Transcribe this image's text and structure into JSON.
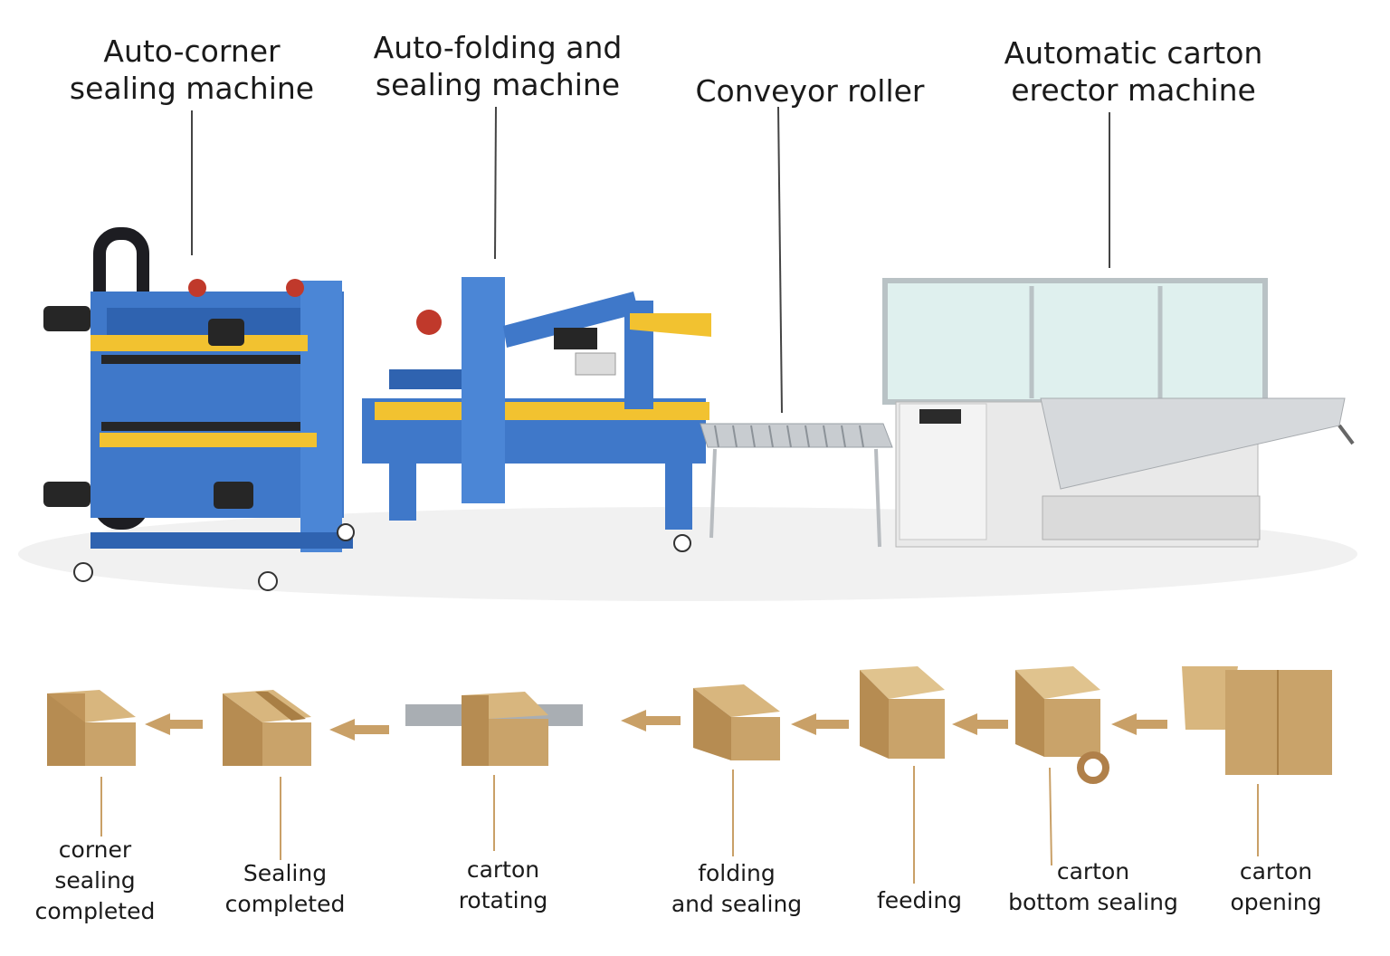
{
  "machines": [
    {
      "id": "auto-corner",
      "line1": "Auto-corner",
      "line2": "sealing machine"
    },
    {
      "id": "auto-folding",
      "line1": "Auto-folding and",
      "line2": "sealing machine"
    },
    {
      "id": "conveyor",
      "line1": "Conveyor roller",
      "line2": ""
    },
    {
      "id": "erector",
      "line1": "Automatic carton",
      "line2": "erector machine"
    }
  ],
  "steps": [
    {
      "id": "corner-sealing-completed",
      "lines": [
        "corner",
        "sealing",
        "completed"
      ]
    },
    {
      "id": "sealing-completed",
      "lines": [
        "Sealing",
        "completed"
      ]
    },
    {
      "id": "carton-rotating",
      "lines": [
        "carton",
        "rotating"
      ]
    },
    {
      "id": "folding-and-sealing",
      "lines": [
        "folding",
        "and sealing"
      ]
    },
    {
      "id": "feeding",
      "lines": [
        "feeding"
      ]
    },
    {
      "id": "carton-bottom-sealing",
      "lines": [
        "carton",
        "bottom sealing"
      ]
    },
    {
      "id": "carton-opening",
      "lines": [
        "carton",
        "opening"
      ]
    }
  ],
  "colors": {
    "machine_blue": "#3f78c9",
    "machine_yellow": "#f2c230",
    "steel": "#c8ccd0",
    "cardboard": "#c9a36a",
    "cardboard_dark": "#a97f45",
    "tape": "#b0804a",
    "arrow": "#c9a067",
    "leader": "#444444"
  }
}
